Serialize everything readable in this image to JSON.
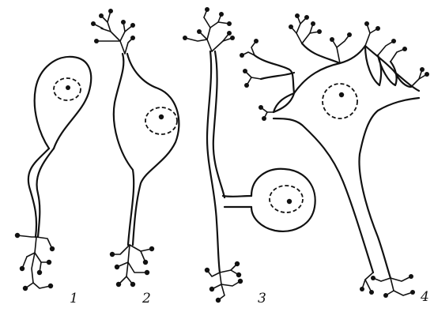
{
  "figure": {
    "labels": [
      "1",
      "2",
      "3",
      "4"
    ],
    "ink_color": "#111111",
    "background_color": "#ffffff"
  }
}
